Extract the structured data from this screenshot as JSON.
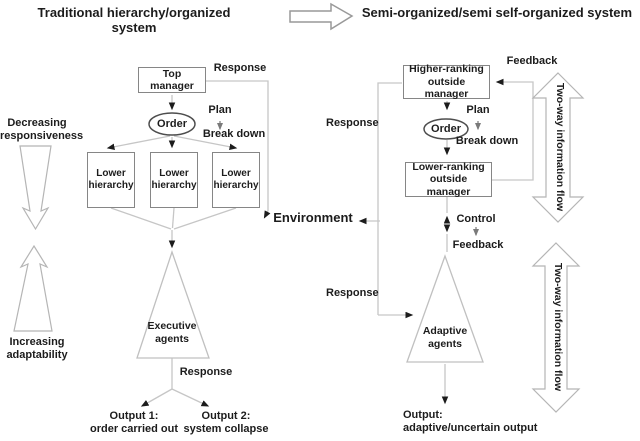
{
  "header": {
    "title_left": "Traditional hierarchy/organized system",
    "title_right": "Semi-organized/semi self-organized system"
  },
  "left_axis": {
    "top_label": "Decreasing responsiveness",
    "bottom_label": "Increasing adaptability"
  },
  "traditional": {
    "top_manager": "Top manager",
    "response_top": "Response",
    "order": "Order",
    "plan": "Plan",
    "break_down": "Break down",
    "lower_boxes": [
      "Lower hierarchy",
      "Lower hierarchy",
      "Lower hierarchy"
    ],
    "executive_agents": "Executive agents",
    "response_bottom": "Response",
    "output1_title": "Output 1:",
    "output1_desc": "order carried out",
    "output2_title": "Output 2:",
    "output2_desc": "system collapse"
  },
  "environment_label": "Environment",
  "semi": {
    "higher_manager": "Higher-ranking outside manager",
    "feedback_top": "Feedback",
    "response_top": "Response",
    "order": "Order",
    "plan": "Plan",
    "break_down": "Break down",
    "lower_manager": "Lower-ranking outside manager",
    "control": "Control",
    "feedback_mid": "Feedback",
    "response_bottom": "Response",
    "adaptive_agents": "Adaptive agents",
    "output_title": "Output:",
    "output_desc": "adaptive/uncertain output"
  },
  "flow_arrows": {
    "top": "Two-way information flow",
    "bottom": "Two-way information flow"
  },
  "icons": {
    "header_arrow": "right-block-arrow-icon",
    "decreasing_arrow": "down-hollow-arrow-icon",
    "increasing_arrow": "up-hollow-arrow-icon",
    "two_way_arrows": "vertical-double-arrow-icon"
  },
  "colors": {
    "text": "#1c1c1c",
    "box_border": "#868686",
    "connector": "#c6c6c6",
    "hollow_arrow_stroke": "#b5b5b5",
    "arrowhead": "#1c1c1c",
    "background": "#ffffff"
  }
}
